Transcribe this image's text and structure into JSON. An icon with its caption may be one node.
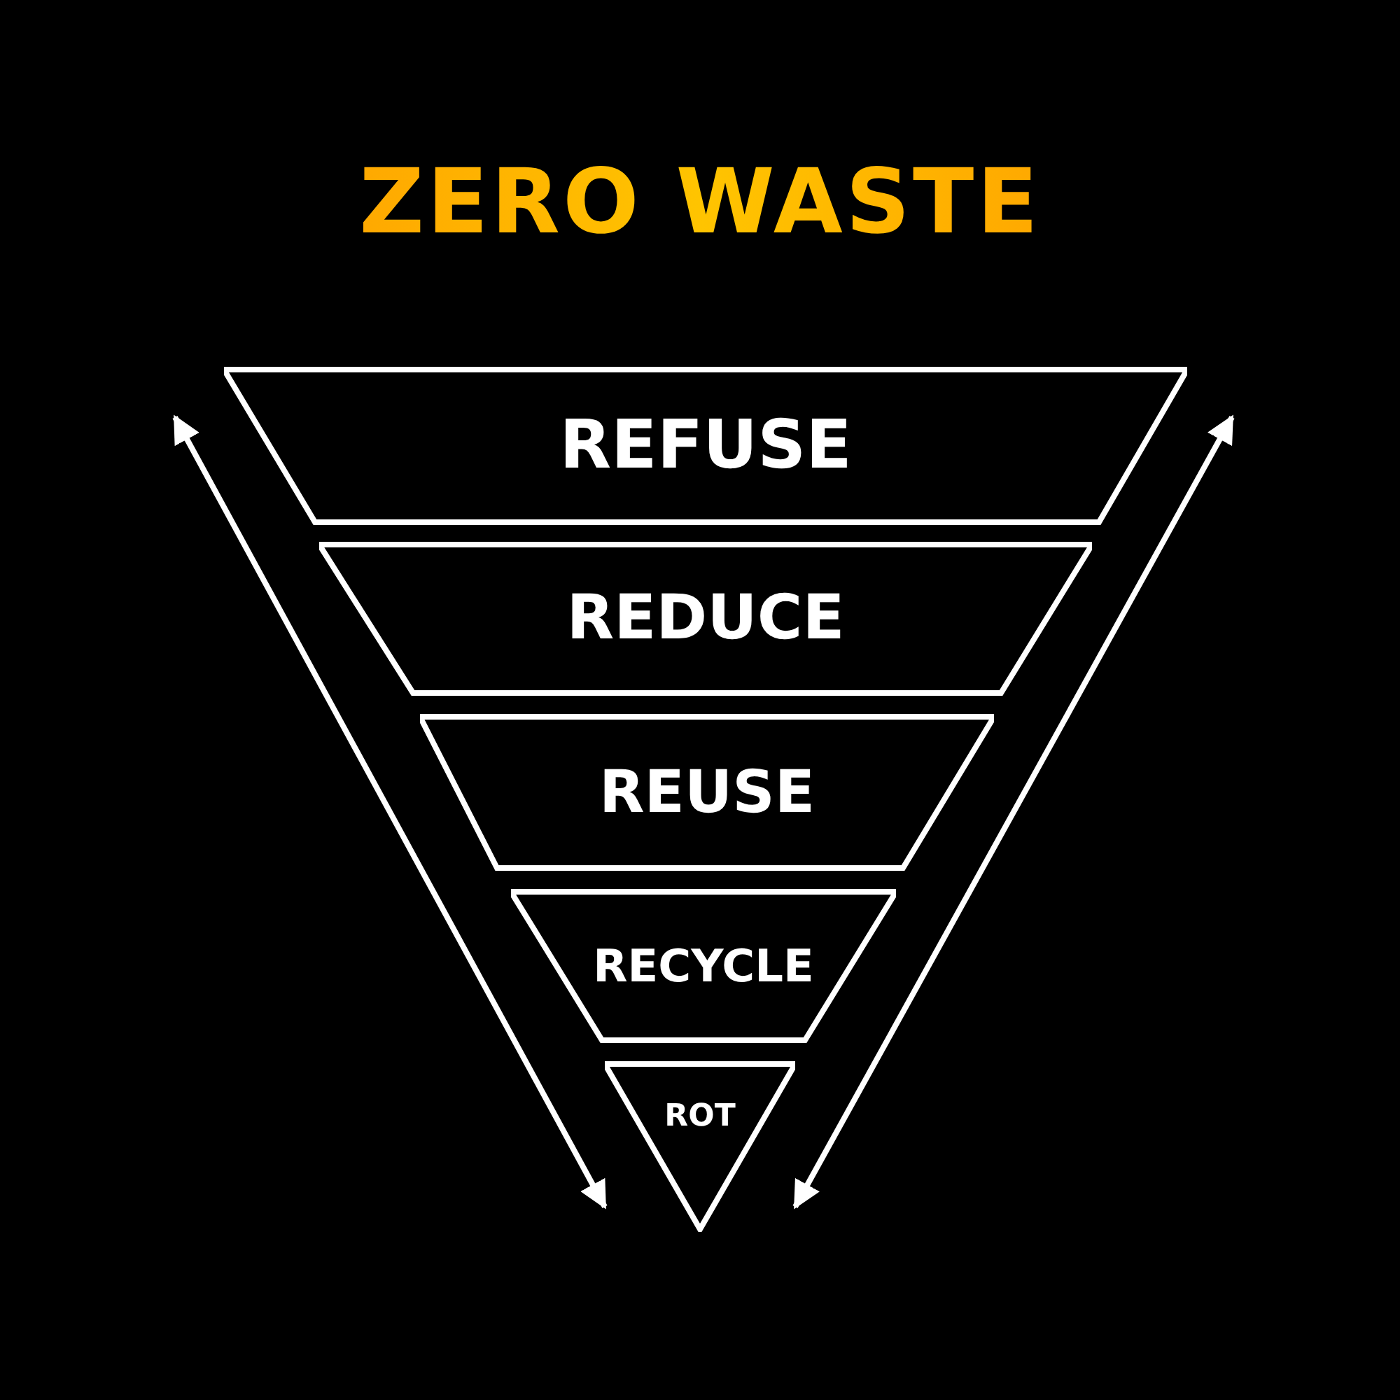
{
  "diagram": {
    "title": "ZERO WASTE",
    "nodes": [
      {
        "text": [
          "REFUSE"
        ]
      },
      {
        "text": [
          "REDUCE"
        ]
      },
      {
        "text": [
          "REUSE"
        ]
      },
      {
        "text": [
          "RECYCLE"
        ]
      },
      {
        "text": [
          "ROT"
        ]
      }
    ]
  }
}
